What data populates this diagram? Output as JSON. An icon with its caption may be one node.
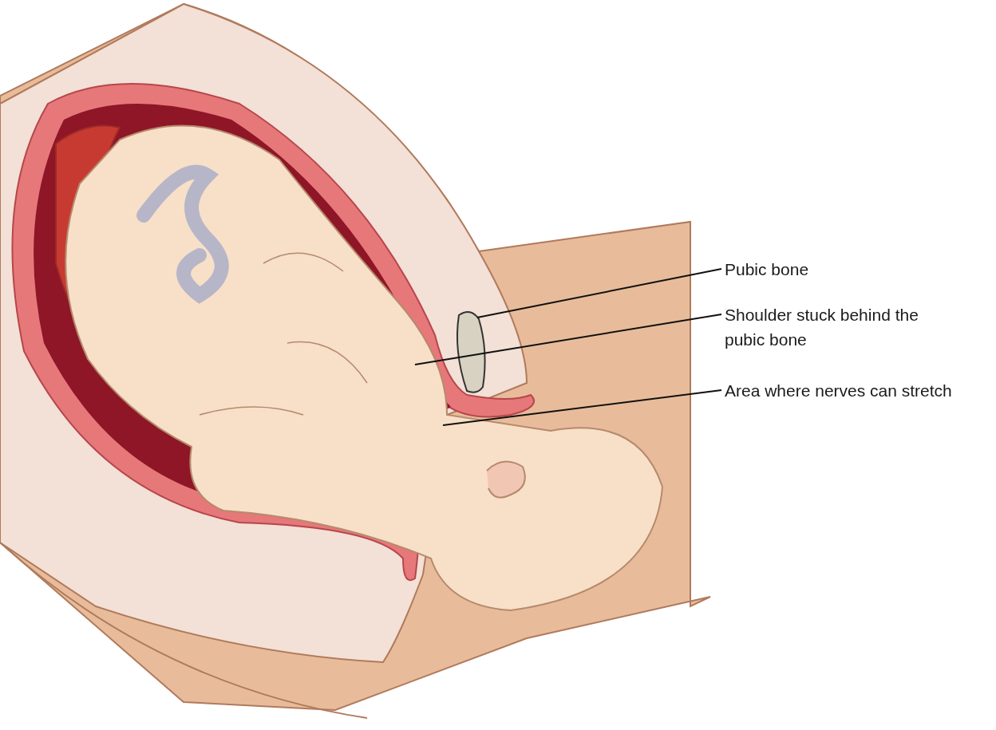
{
  "diagram": {
    "nodes": [
      {
        "text": [
          "Pubic bone"
        ]
      },
      {
        "text": [
          "Shoulder stuck behind the pubic bone"
        ]
      },
      {
        "text": [
          "Area where nerves can stretch"
        ]
      },
      {
        "text": [],
        "shape": "box"
      }
    ],
    "edges": [
      {
        "from": 0,
        "to": 3,
        "arrow": "none"
      },
      {
        "from": 1,
        "to": null,
        "arrow": "none"
      },
      {
        "from": 2,
        "to": null,
        "arrow": "none"
      }
    ]
  }
}
